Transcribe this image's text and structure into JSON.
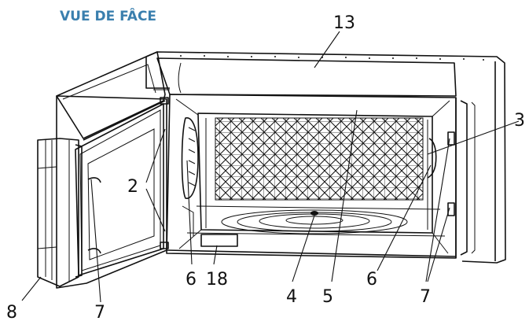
{
  "diagram": {
    "title": "VUE DE FÂCE",
    "callouts": {
      "c13": "13",
      "c3": "3",
      "c2": "2",
      "c6_left": "6",
      "c18": "18",
      "c4": "4",
      "c5": "5",
      "c6_right": "6",
      "c7_right": "7",
      "c8": "8",
      "c7_bottom": "7"
    }
  }
}
